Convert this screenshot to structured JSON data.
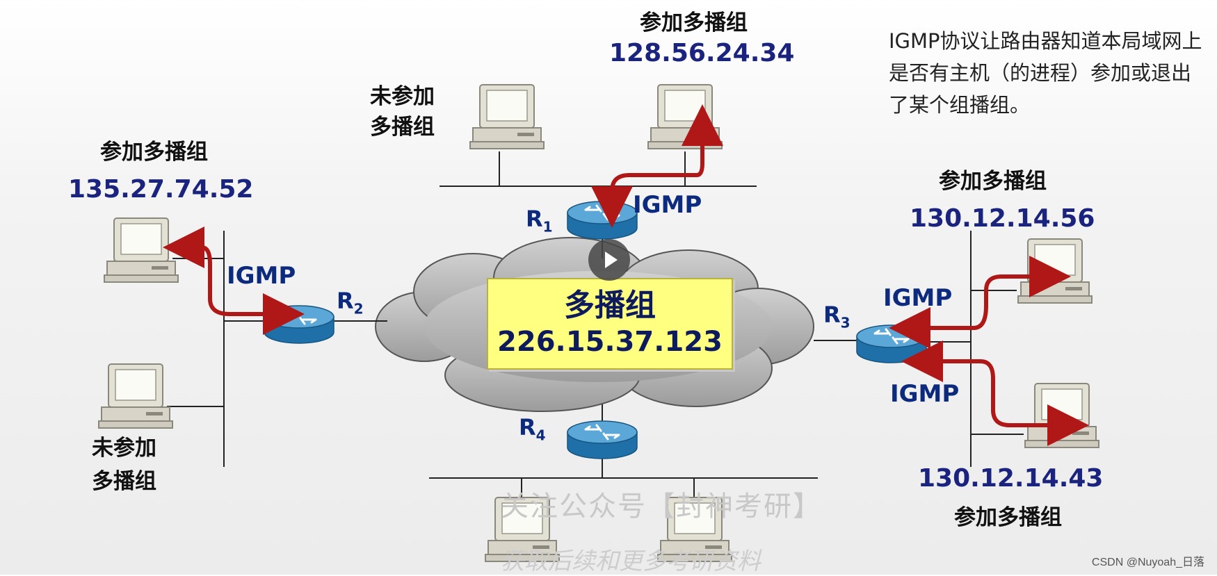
{
  "note": "IGMP协议让路由器知道本局域网上是否有主机（的进程）参加或退出了某个组播组。",
  "multicast_group": {
    "title": "多播组",
    "address": "226.15.37.123"
  },
  "routers": [
    {
      "name": "R",
      "sub": "1"
    },
    {
      "name": "R",
      "sub": "2"
    },
    {
      "name": "R",
      "sub": "3"
    },
    {
      "name": "R",
      "sub": "4"
    }
  ],
  "protocol_label": "IGMP",
  "hosts": {
    "top_joined": {
      "status": "参加多播组",
      "ip": "128.56.24.34"
    },
    "top_not_joined": {
      "status_line1": "未参加",
      "status_line2": "多播组"
    },
    "left_joined": {
      "status": "参加多播组",
      "ip": "135.27.74.52"
    },
    "left_not_joined": {
      "status_line1": "未参加",
      "status_line2": "多播组"
    },
    "right_joined_1": {
      "status": "参加多播组",
      "ip": "130.12.14.56"
    },
    "right_joined_2": {
      "status": "参加多播组",
      "ip": "130.12.14.43"
    }
  },
  "watermark": {
    "line1": "关注公众号【封神考研】",
    "line2": "获取后续和更多考研资料"
  },
  "credit": "CSDN @Nuyoah_日落",
  "colors": {
    "arrow": "#b01818",
    "ip_text": "#1a237e",
    "router_top": "#5aa7d8",
    "router_side": "#1f6fa8",
    "group_box": "#ffff80"
  }
}
